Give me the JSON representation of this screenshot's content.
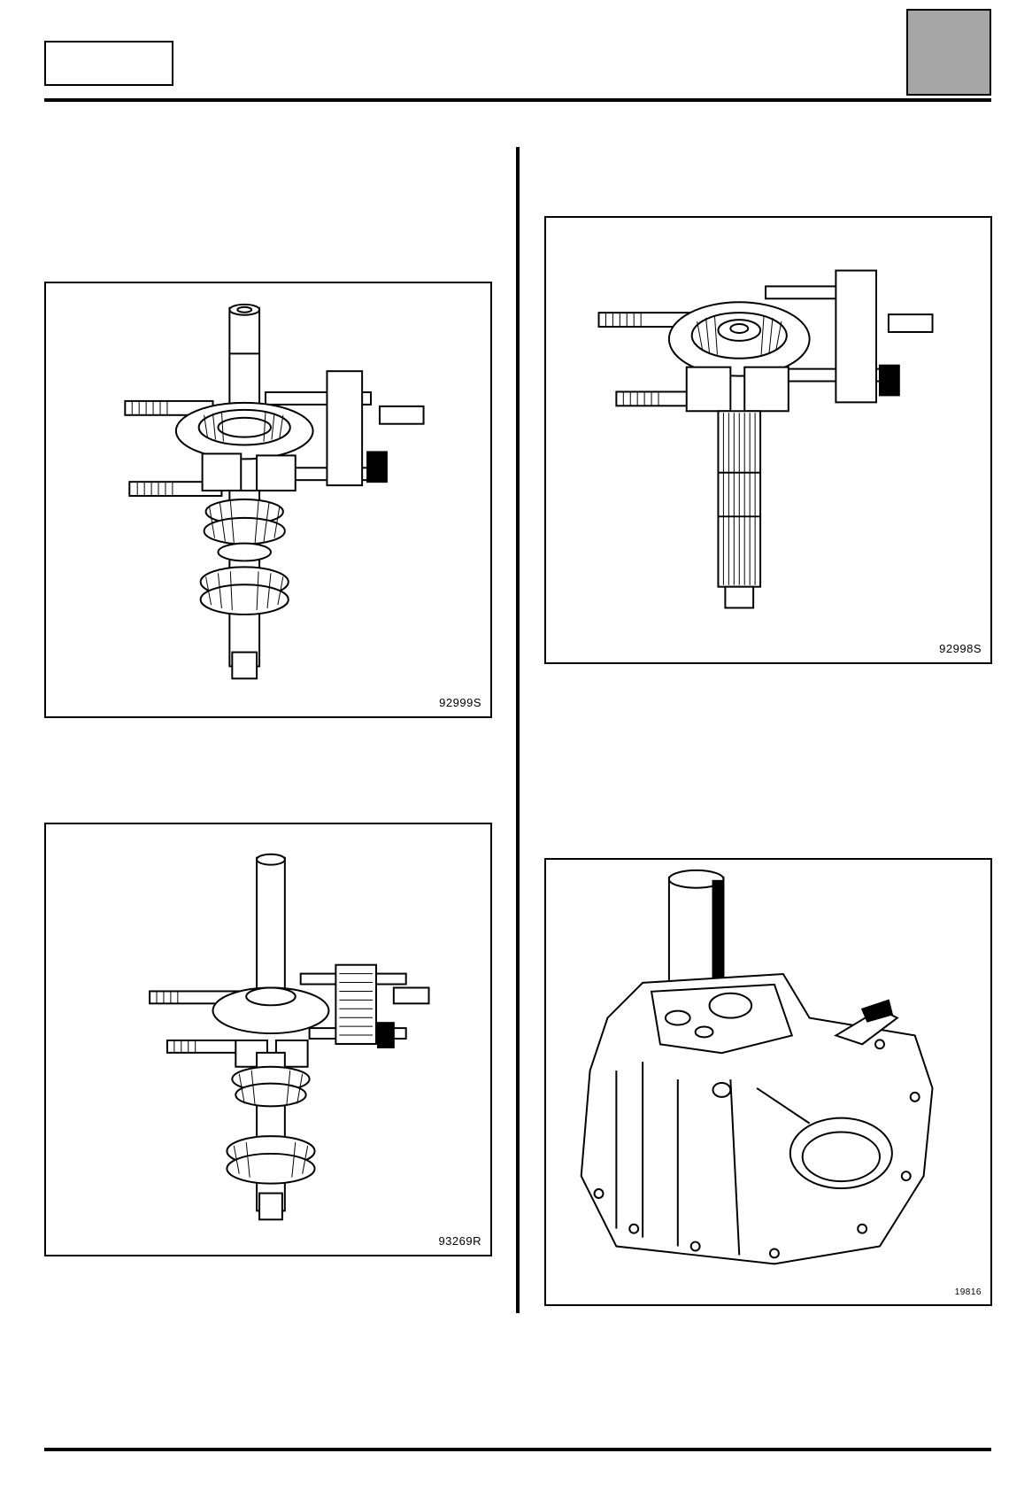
{
  "page": {
    "background": "#ffffff",
    "tab_color": "#a6a6a6",
    "ink_color": "#000000"
  },
  "figures": [
    {
      "ref": "92999S",
      "subject": "bearing-puller-on-shaft-with-gears",
      "icon": "shaft-puller-drawing"
    },
    {
      "ref": "93269R",
      "subject": "bearing-puller-on-thin-shaft-with-gears",
      "icon": "shaft-puller-drawing"
    },
    {
      "ref": "92998S",
      "subject": "bearing-puller-on-splined-shaft",
      "icon": "splined-shaft-puller-drawing"
    },
    {
      "ref": "19816",
      "subject": "gearbox-casing-with-tube-tool",
      "icon": "gearbox-casing-drawing"
    }
  ]
}
